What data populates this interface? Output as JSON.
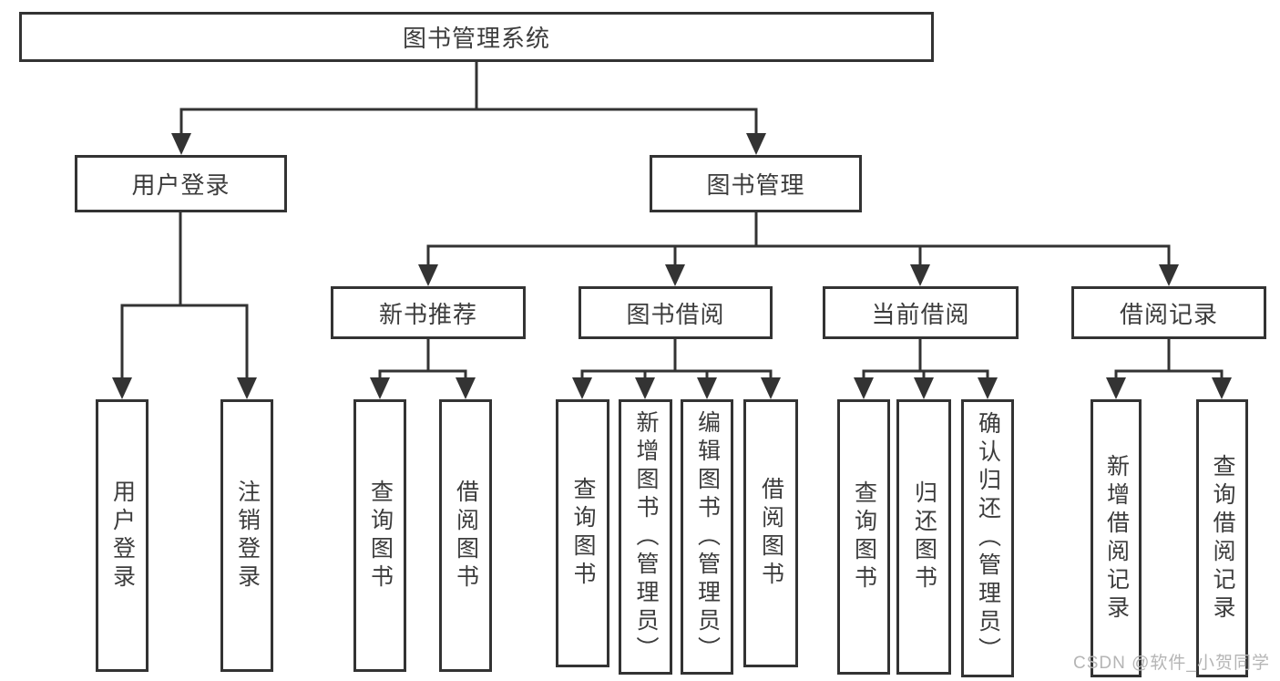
{
  "nodes": {
    "root": "图书管理系统",
    "user_login": "用户登录",
    "book_management": "图书管理",
    "user_login_leaf": "用户登录",
    "logout_leaf": "注销登录",
    "new_book_recommend": "新书推荐",
    "book_borrow": "图书借阅",
    "current_borrow": "当前借阅",
    "borrow_record": "借阅记录",
    "nb_query_book": "查询图书",
    "nb_borrow_book": "借阅图书",
    "bb_query_book": "查询图书",
    "bb_add_book": "新增图书（管理员）",
    "bb_edit_book": "编辑图书（管理员）",
    "bb_borrow_book": "借阅图书",
    "cb_query_book": "查询图书",
    "cb_return_book": "归还图书",
    "cb_confirm_return": "确认归还（管理员）",
    "br_add_record": "新增借阅记录",
    "br_query_record": "查询借阅记录"
  },
  "watermark": "CSDN @软件_小贺同学",
  "colors": {
    "line": "#333333",
    "box_border": "#333333",
    "text": "#3c3c3c",
    "watermark": "#b5b5b5",
    "background": "#ffffff"
  }
}
